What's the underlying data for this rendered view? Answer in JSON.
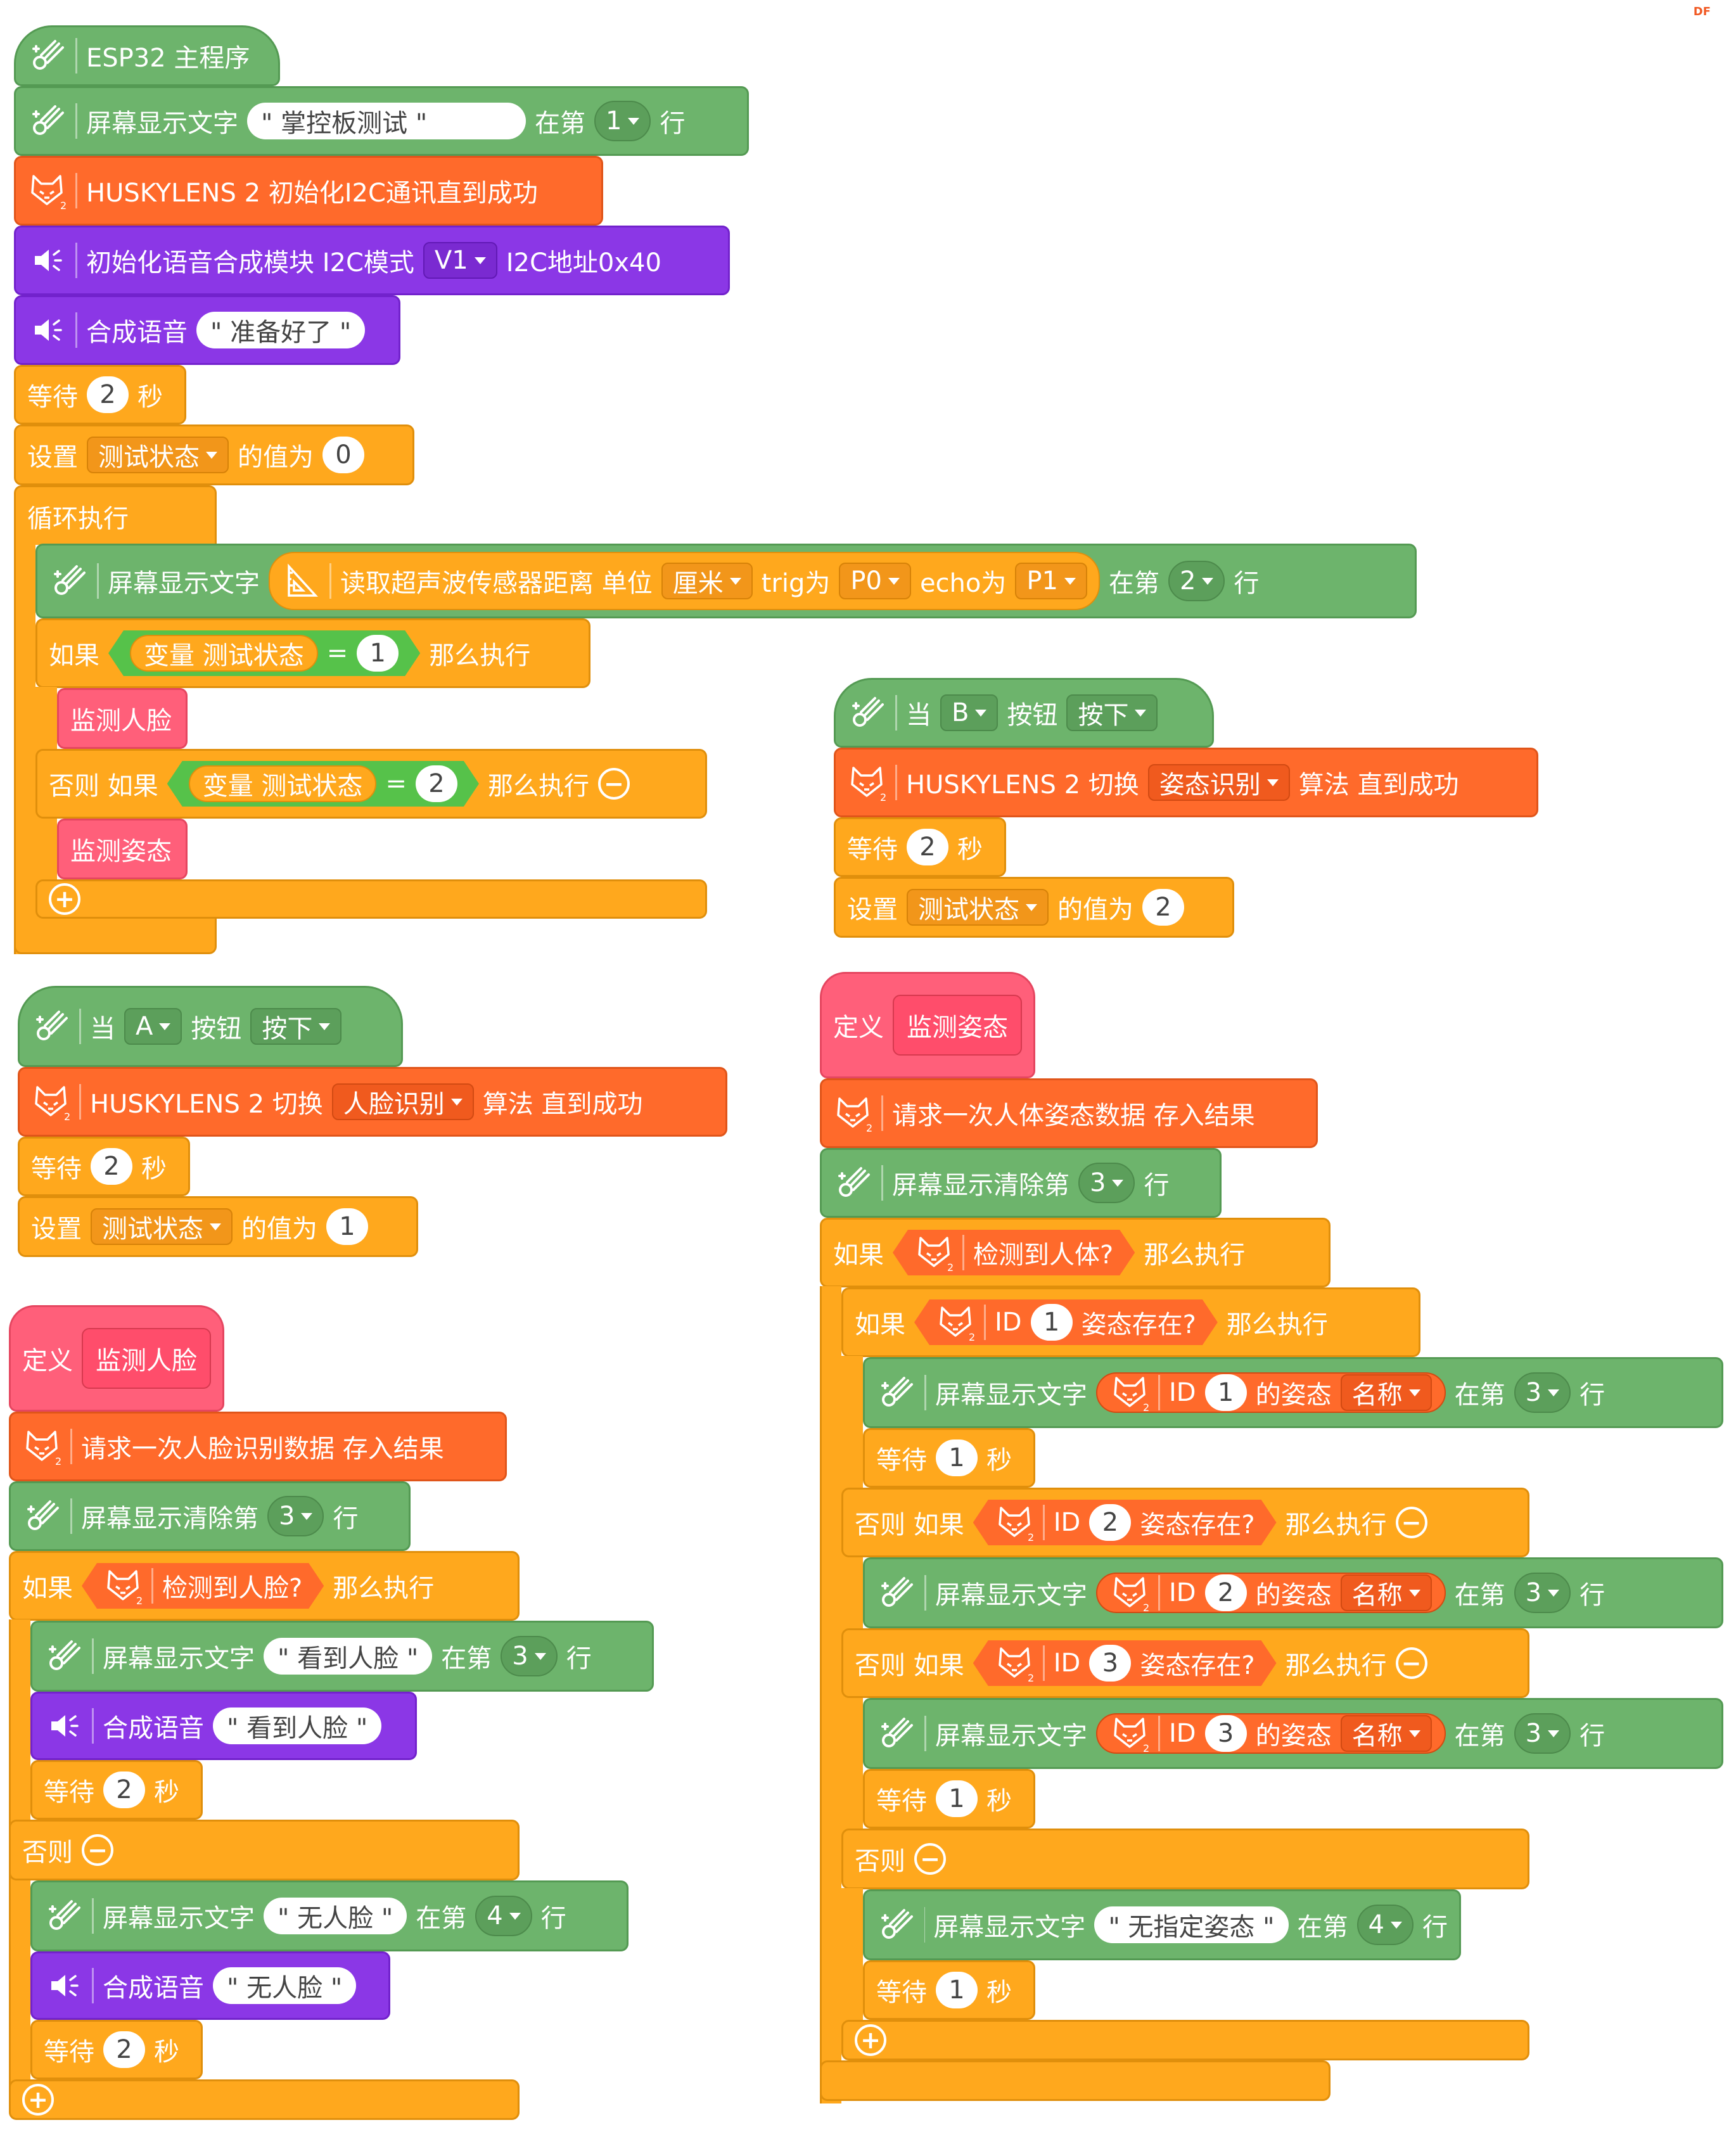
{
  "watermark": "DF",
  "main": {
    "hat": "ESP32 主程序",
    "oled1": {
      "label": "屏幕显示文字",
      "text": "\"         掌控板测试 \"",
      "at": "在第",
      "row": "1",
      "row_suffix": "行"
    },
    "husky_init": "HUSKYLENS 2 初始化I2C通讯直到成功",
    "tts_init": {
      "label": "初始化语音合成模块 I2C模式",
      "ver": "V1",
      "addr": "I2C地址0x40"
    },
    "tts1": {
      "label": "合成语音",
      "text": "\" 准备好了 \""
    },
    "wait1": {
      "label": "等待",
      "value": "2",
      "unit": "秒"
    },
    "set1": {
      "label": "设置",
      "var": "测试状态",
      "mid": "的值为",
      "value": "0"
    },
    "loop": "循环执行",
    "oled2": {
      "label": "屏幕显示文字",
      "sensor": "读取超声波传感器距离 单位",
      "unit": "厘米",
      "trig": "trig为",
      "trig_pin": "P0",
      "echo": "echo为",
      "echo_pin": "P1",
      "at": "在第",
      "row": "2",
      "row_suffix": "行"
    },
    "if1": {
      "label": "如果",
      "var": "变量 测试状态",
      "eq": "=",
      "value": "1",
      "then": "那么执行"
    },
    "call1": "监测人脸",
    "elif1": {
      "label": "否则 如果",
      "var": "变量 测试状态",
      "eq": "=",
      "value": "2",
      "then": "那么执行"
    },
    "call2": "监测姿态"
  },
  "btnA": {
    "when": "当",
    "btn": "A",
    "btn_label": "按钮",
    "state": "按下",
    "switch": "HUSKYLENS 2 切换",
    "algo": "人脸识别",
    "algo_suffix": "算法 直到成功",
    "wait": "等待",
    "wait_v": "2",
    "wait_u": "秒",
    "set": "设置",
    "var": "测试状态",
    "mid": "的值为",
    "value": "1"
  },
  "btnB": {
    "when": "当",
    "btn": "B",
    "btn_label": "按钮",
    "state": "按下",
    "switch": "HUSKYLENS 2 切换",
    "algo": "姿态识别",
    "algo_suffix": "算法 直到成功",
    "wait": "等待",
    "wait_v": "2",
    "wait_u": "秒",
    "set": "设置",
    "var": "测试状态",
    "mid": "的值为",
    "value": "2"
  },
  "face": {
    "define": "定义",
    "name": "监测人脸",
    "req": "请求一次人脸识别数据 存入结果",
    "clear": {
      "label": "屏幕显示清除第",
      "row": "3",
      "suffix": "行"
    },
    "if": {
      "label": "如果",
      "cond": "检测到人脸?",
      "then": "那么执行"
    },
    "oled_a": {
      "label": "屏幕显示文字",
      "text": "\" 看到人脸 \"",
      "at": "在第",
      "row": "3",
      "suffix": "行"
    },
    "tts_a": {
      "label": "合成语音",
      "text": "\" 看到人脸 \""
    },
    "wait_a": {
      "label": "等待",
      "value": "2",
      "unit": "秒"
    },
    "else": "否则",
    "oled_b": {
      "label": "屏幕显示文字",
      "text": "\" 无人脸 \"",
      "at": "在第",
      "row": "4",
      "suffix": "行"
    },
    "tts_b": {
      "label": "合成语音",
      "text": "\" 无人脸 \""
    },
    "wait_b": {
      "label": "等待",
      "value": "2",
      "unit": "秒"
    }
  },
  "pose": {
    "define": "定义",
    "name": "监测姿态",
    "req": "请求一次人体姿态数据 存入结果",
    "clear": {
      "label": "屏幕显示清除第",
      "row": "3",
      "suffix": "行"
    },
    "if": {
      "label": "如果",
      "cond": "检测到人体?",
      "then": "那么执行"
    },
    "if2": {
      "label": "如果",
      "id": "ID",
      "id_v": "1",
      "cond": "姿态存在?",
      "then": "那么执行"
    },
    "oled1": {
      "label": "屏幕显示文字",
      "id": "ID",
      "id_v": "1",
      "of": "的姿态",
      "field": "名称",
      "at": "在第",
      "row": "3",
      "suffix": "行"
    },
    "wait1": {
      "label": "等待",
      "value": "1",
      "unit": "秒"
    },
    "elif2": {
      "label": "否则 如果",
      "id": "ID",
      "id_v": "2",
      "cond": "姿态存在?",
      "then": "那么执行"
    },
    "oled2": {
      "label": "屏幕显示文字",
      "id": "ID",
      "id_v": "2",
      "of": "的姿态",
      "field": "名称",
      "at": "在第",
      "row": "3",
      "suffix": "行"
    },
    "elif3": {
      "label": "否则 如果",
      "id": "ID",
      "id_v": "3",
      "cond": "姿态存在?",
      "then": "那么执行"
    },
    "oled3": {
      "label": "屏幕显示文字",
      "id": "ID",
      "id_v": "3",
      "of": "的姿态",
      "field": "名称",
      "at": "在第",
      "row": "3",
      "suffix": "行"
    },
    "wait2": {
      "label": "等待",
      "value": "1",
      "unit": "秒"
    },
    "else": "否则",
    "oled4": {
      "label": "屏幕显示文字",
      "text": "\" 无指定姿态 \"",
      "at": "在第",
      "row": "4",
      "suffix": "行"
    },
    "wait3": {
      "label": "等待",
      "value": "1",
      "unit": "秒"
    }
  }
}
